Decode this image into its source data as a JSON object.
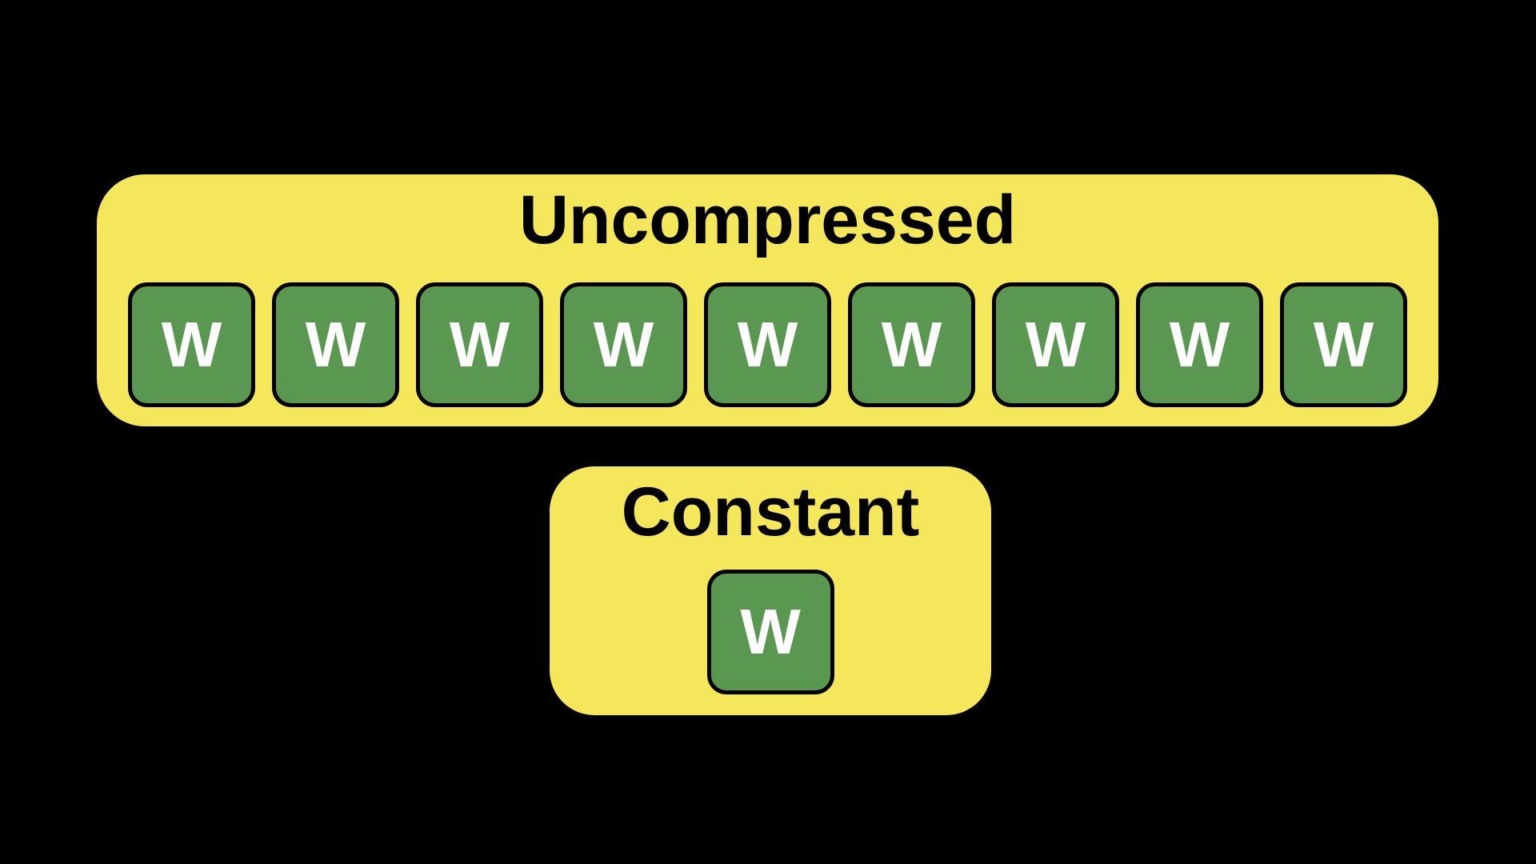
{
  "colors": {
    "background": "#000000",
    "card_background": "#F5E75C",
    "cell_background": "#5A9750",
    "cell_border": "#000000",
    "title_text": "#000000",
    "cell_text": "#FFFFFF"
  },
  "uncompressed": {
    "title": "Uncompressed",
    "cells": [
      "W",
      "W",
      "W",
      "W",
      "W",
      "W",
      "W",
      "W",
      "W"
    ]
  },
  "constant": {
    "title": "Constant",
    "cells": [
      "W"
    ]
  }
}
